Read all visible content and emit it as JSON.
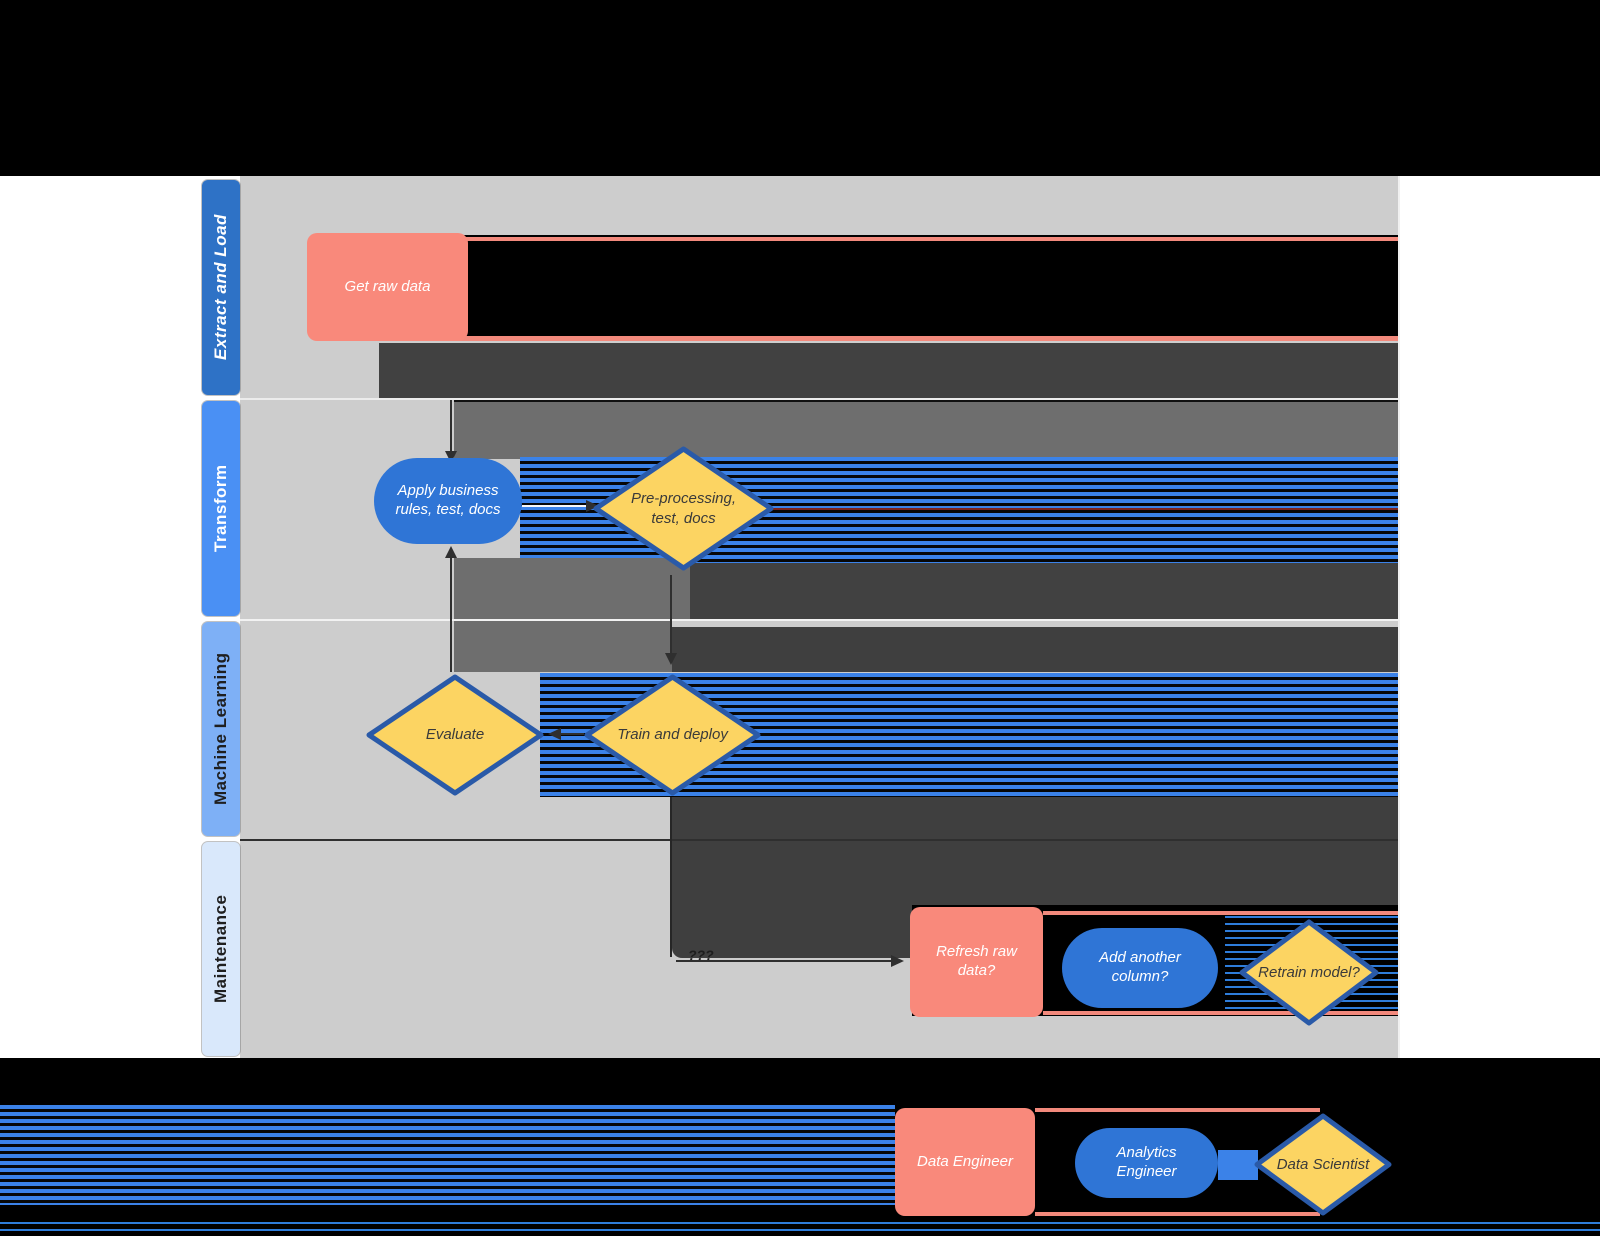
{
  "lanes": [
    {
      "label": "Extract and Load"
    },
    {
      "label": "Transform"
    },
    {
      "label": "Machine Learning"
    },
    {
      "label": "Maintenance"
    }
  ],
  "nodes": {
    "get_raw_data": "Get raw data",
    "apply_business_rules": "Apply business rules, test, docs",
    "pre_processing": "Pre-processing, test, docs",
    "evaluate": "Evaluate",
    "train_and_deploy": "Train and deploy",
    "refresh_raw_data": "Refresh raw data?",
    "add_another_column": "Add another column?",
    "retrain_model": "Retrain model?"
  },
  "edges": {
    "maintenance_arrow_label": "???"
  },
  "legend": {
    "data_engineer": "Data Engineer",
    "analytics_engineer": "Analytics Engineer",
    "data_scientist": "Data Scientist"
  },
  "colors": {
    "process_fill": "#f9897b",
    "subprocess_fill": "#2f75d6",
    "decision_fill": "#fcd462",
    "decision_border": "#2a5aa8",
    "lane_extract_and_load": "#2e72c6",
    "lane_transform": "#4a90f4",
    "lane_machine_learning": "#7eb0f6",
    "lane_maintenance": "#d9e8fb",
    "lane_body": "#cdcdcd",
    "artifact_dark_band": "#414141",
    "artifact_medium_band": "#6e6e6e",
    "artifact_stripe_blue": "#3b82e8"
  }
}
